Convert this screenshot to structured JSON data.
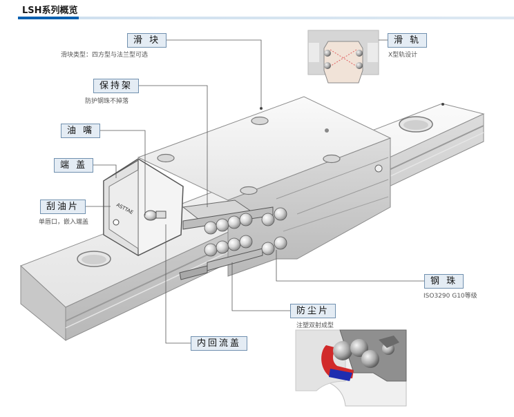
{
  "header": {
    "title": "LSH系列概览"
  },
  "callouts": {
    "slider": {
      "label": "滑 块",
      "note": "滑块类型：四方型与法兰型可选"
    },
    "rail": {
      "label": "滑 轨",
      "note": "X型轨设计"
    },
    "retainer": {
      "label": "保持架",
      "note": "防护钢珠不掉落"
    },
    "lube_nipple": {
      "label": "油 嘴"
    },
    "end_cap": {
      "label": "端 盖"
    },
    "scraper": {
      "label": "刮油片",
      "note": "单唇口，嵌入端盖"
    },
    "steel_ball": {
      "label": "钢 珠",
      "note": "ISO3290 G10等级"
    },
    "dust_seal": {
      "label": "防尘片",
      "note": "注塑双射成型"
    },
    "inner_return": {
      "label": "内回流盖"
    }
  },
  "brand_mark": "ASTTAE"
}
